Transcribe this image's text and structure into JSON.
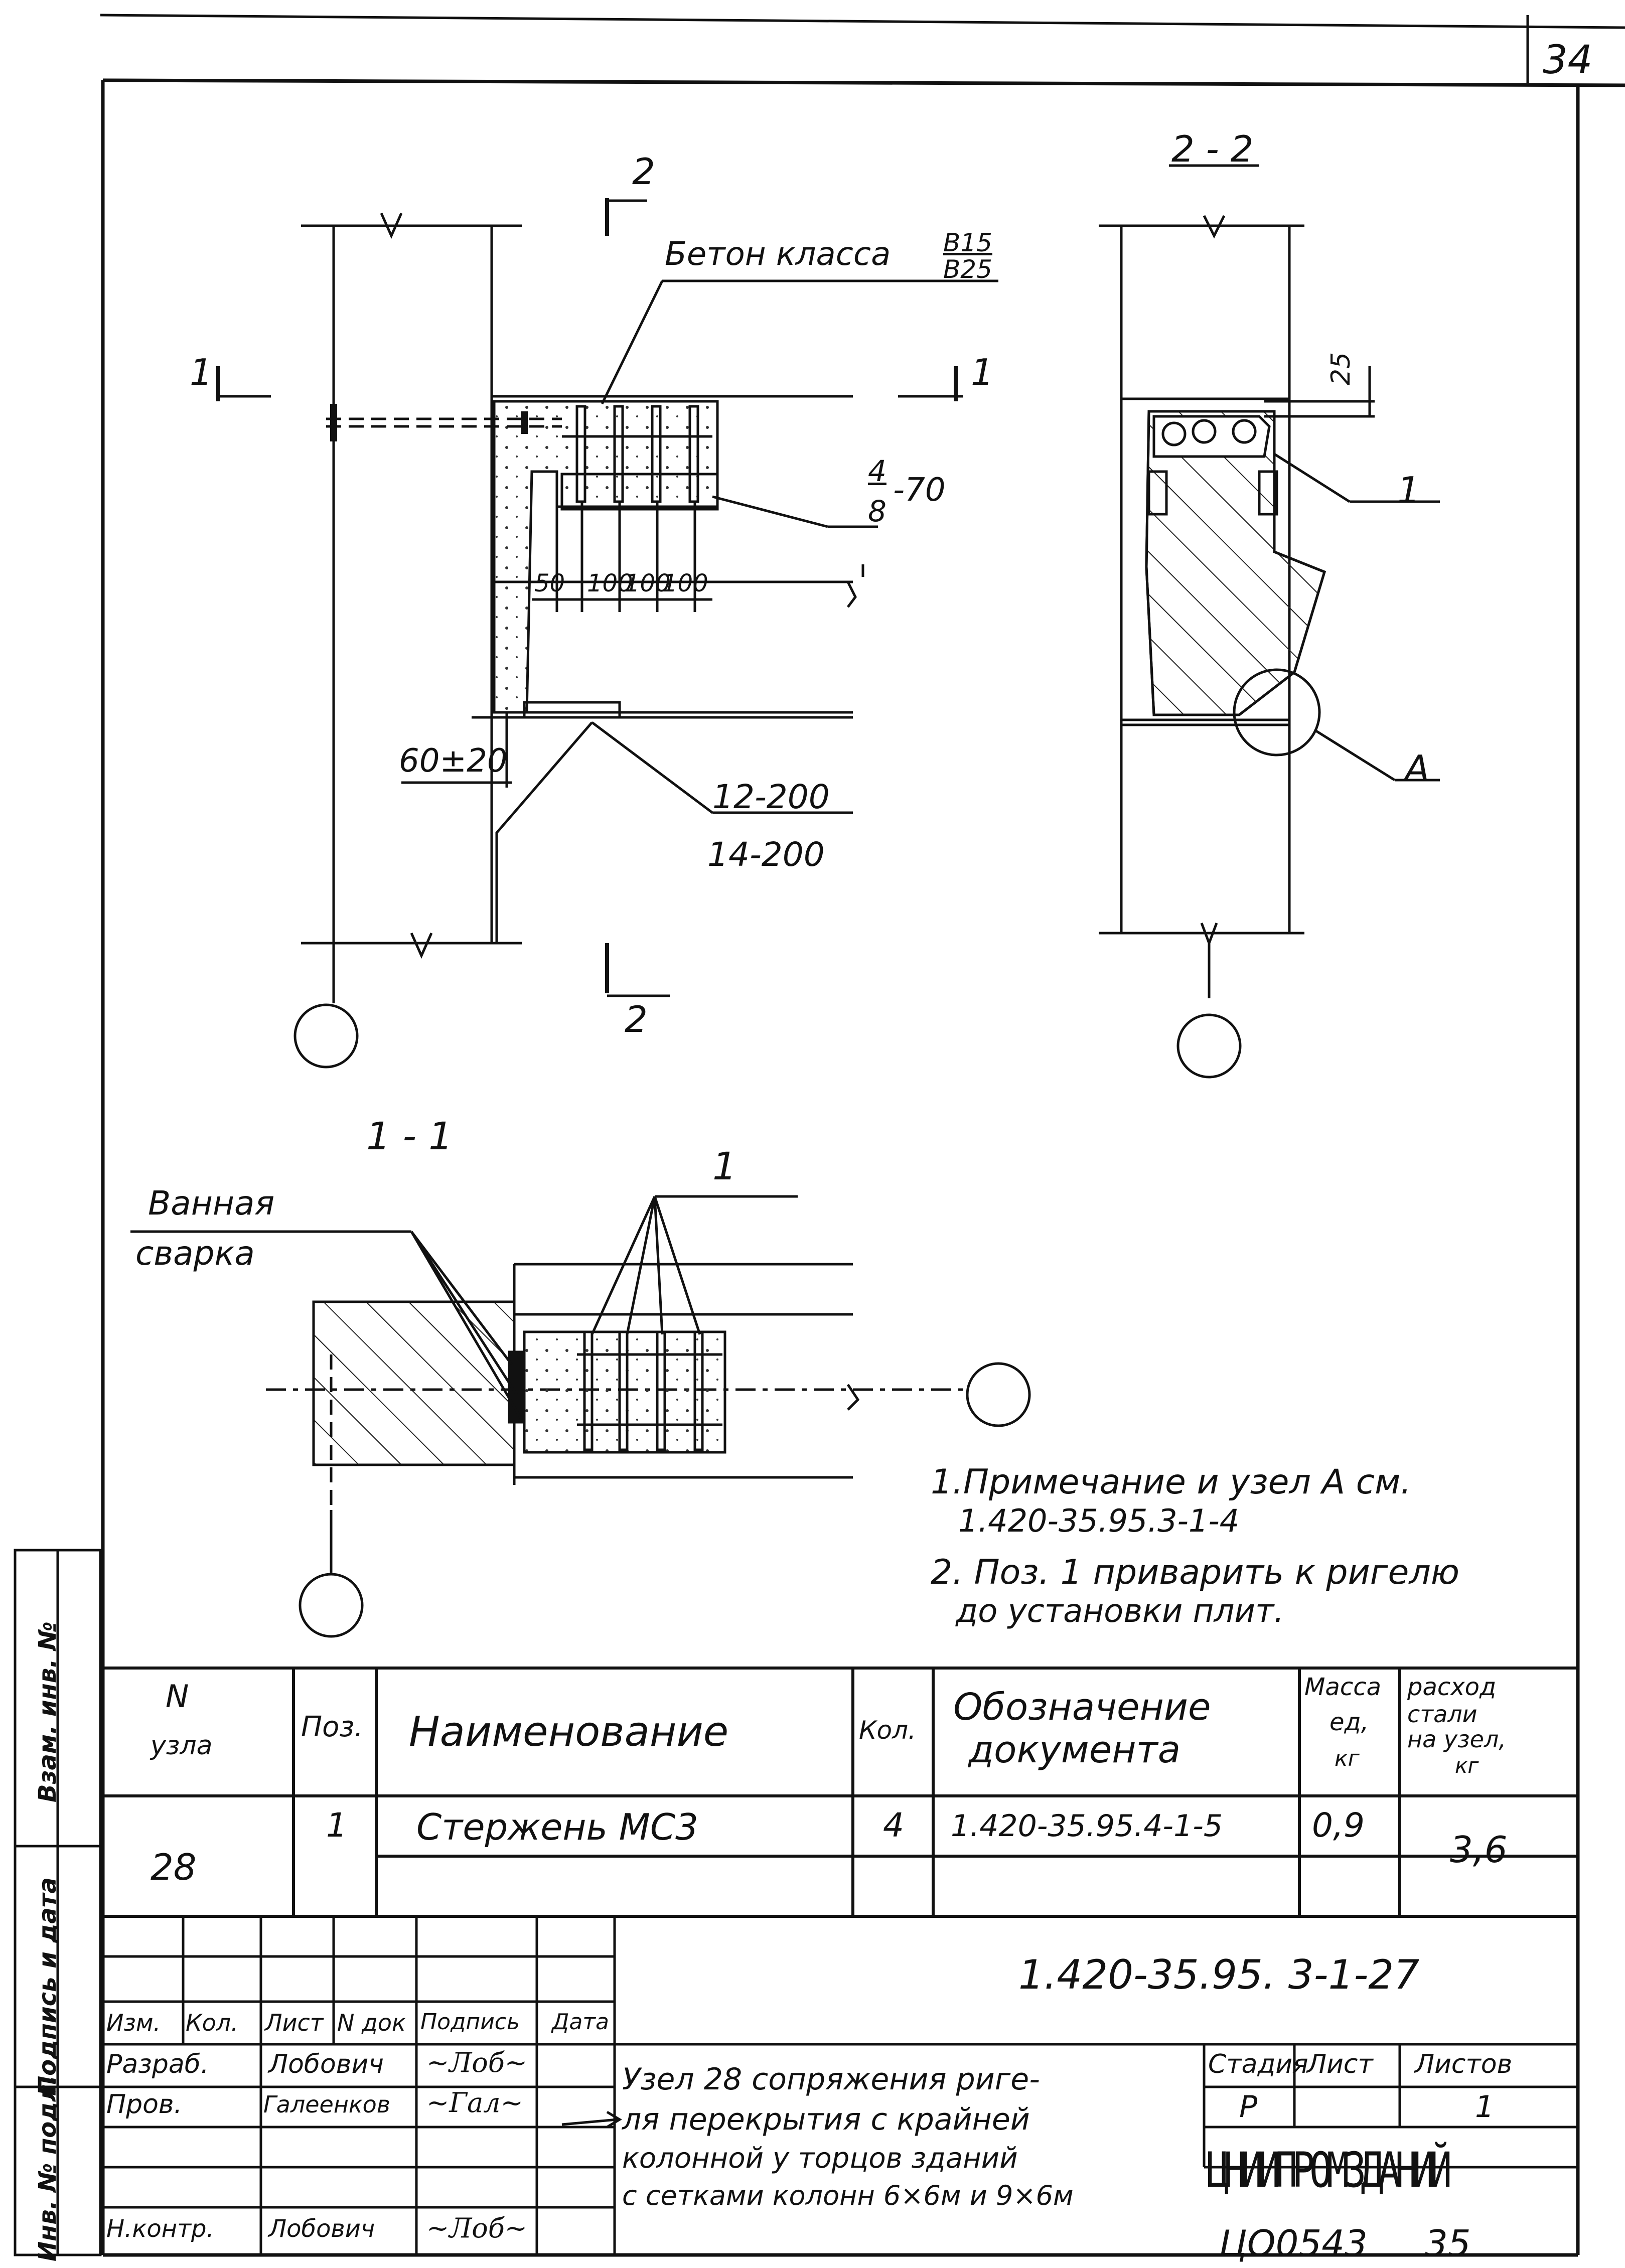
{
  "sheet": {
    "sheet_number": "34",
    "inventory_code": "ЦО0543",
    "page_bottom": "35"
  },
  "side_strip": {
    "inv_no_orig": "Инв. № подл.",
    "sign_date": "Подпись и дата",
    "replaces_inv": "Взам. инв. №"
  },
  "drawing": {
    "section_2_marker": "2",
    "section_1_marker": "1",
    "section_22_title": "2 - 2",
    "section_11_title": "1 - 1",
    "concrete_label": "Бетон класса",
    "concrete_class_top": "B15",
    "concrete_class_bottom": "B25",
    "rebar_mark_top": "4",
    "rebar_mark_bottom": "8",
    "rebar_spacing": "-70",
    "dim_50": "50",
    "dim_100a": "100",
    "dim_100b": "100",
    "dim_100c": "100",
    "dim_60_20": "60±20",
    "dim_12_200": "12-200",
    "dim_14_200": "14-200",
    "dim_25": "25",
    "pos_1_label": "1",
    "node_a_label": "A",
    "bath_welding_1": "Ванная",
    "bath_welding_2": "сварка"
  },
  "notes": {
    "note1_line1": "1.Примечание и узел A см.",
    "note1_line2": "1.420-35.95.3-1-4",
    "note2_line1": "2. Поз. 1 приварить к ригелю",
    "note2_line2": "до установки плит."
  },
  "spec_table": {
    "headers": {
      "node_no_1": "N",
      "node_no_2": "узла",
      "pos": "Поз.",
      "name": "Наименование",
      "qty": "Кол.",
      "doc_1": "Обозначение",
      "doc_2": "документа",
      "mass_1": "Масса",
      "mass_2": "ед,",
      "mass_3": "кг",
      "steel_1": "расход",
      "steel_2": "стали",
      "steel_3": "на узел,",
      "steel_4": "кг"
    },
    "row": {
      "node": "28",
      "pos": "1",
      "name": "Стержень МС3",
      "qty": "4",
      "doc": "1.420-35.95.4-1-5",
      "mass": "0,9",
      "steel": "3,6"
    }
  },
  "title_block": {
    "doc_code": "1.420-35.95. 3-1-27",
    "col_izm": "Изм.",
    "col_kol": "Кол.",
    "col_list": "Лист",
    "col_ndok": "N док",
    "col_podpis": "Подпись",
    "col_data": "Дата",
    "role_razrab": "Разраб.",
    "name_razrab": "Лобович",
    "role_prov": "Пров.",
    "name_prov": "Галеенков",
    "role_nkontr": "Н.контр.",
    "name_nkontr": "Лобович",
    "title_line1": "Узел 28 сопряжения риге-",
    "title_line2": "ля перекрытия с крайней",
    "title_line3": "колонной у торцов зданий",
    "title_line4": "с сетками колонн 6×6м и 9×6м",
    "stage_label": "Стадия",
    "sheet_label": "Лист",
    "sheets_label": "Листов",
    "stage_value": "Р",
    "sheet_value": "",
    "sheets_value": "1",
    "org_name": "ЦНИИПРОМЗДАНИЙ"
  }
}
